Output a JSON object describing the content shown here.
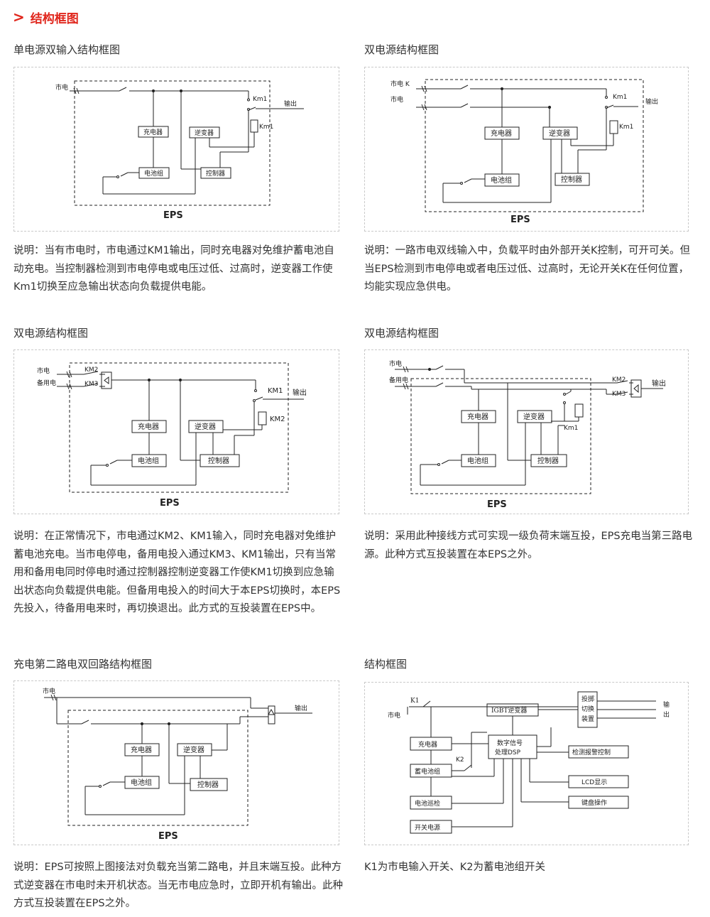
{
  "header": {
    "title": "结构框图"
  },
  "colors": {
    "accent": "#e0261c"
  },
  "sections": [
    {
      "title": "单电源双输入结构框图",
      "labels": {
        "mains": "市电",
        "km1": "Km1",
        "output": "输出",
        "charger": "充电器",
        "inverter": "逆变器",
        "battery": "电池组",
        "controller": "控制器",
        "eps": "EPS"
      },
      "description": "说明：当有市电时，市电通过KM1输出，同时充电器对免维护蓄电池自动充电。当控制器检测到市电停电或电压过低、过高时，逆变器工作使Km1切换至应急输出状态向负载提供电能。"
    },
    {
      "title": "双电源结构框图",
      "labels": {
        "mains_k": "市电 K",
        "mains": "市电",
        "km1": "Km1",
        "output": "输出",
        "charger": "充电器",
        "inverter": "逆变器",
        "battery": "电池组",
        "controller": "控制器",
        "eps": "EPS"
      },
      "description": "说明：一路市电双线输入中，负载平时由外部开关K控制，可开可关。但当EPS检测到市电停电或者电压过低、过高时，无论开关K在任何位置，均能实现应急供电。"
    },
    {
      "title": "双电源结构框图",
      "labels": {
        "mains": "市电",
        "backup": "备用电",
        "km2": "KM2",
        "km3": "KM3",
        "km1": "KM1",
        "output": "输出",
        "charger": "充电器",
        "inverter": "逆变器",
        "battery": "电池组",
        "controller": "控制器",
        "eps": "EPS"
      },
      "description": "说明：在正常情况下，市电通过KM2、KM1输入，同时充电器对免维护蓄电池充电。当市电停电，备用电投入通过KM3、KM1输出，只有当常用和备用电同时停电时通过控制器控制逆变器工作使KM1切换到应急输出状态向负载提供电能。但备用电投入的时间大于本EPS切换时，本EPS先投入，待备用电来时，再切换退出。此方式的互投装置在EPS中。"
    },
    {
      "title": "双电源结构框图",
      "labels": {
        "mains": "市电",
        "backup": "备用电",
        "km2": "KM2",
        "km3": "KM3",
        "km1": "Km1",
        "output": "输出",
        "charger": "充电器",
        "inverter": "逆变器",
        "battery": "电池组",
        "controller": "控制器",
        "eps": "EPS"
      },
      "description": "说明：采用此种接线方式可实现一级负荷末端互投，EPS充电当第三路电源。此种方式互投装置在本EPS之外。"
    },
    {
      "title": "充电第二路电双回路结构框图",
      "labels": {
        "mains": "市电",
        "output": "输出",
        "charger": "充电器",
        "inverter": "逆变器",
        "battery": "电池组",
        "controller": "控制器",
        "eps": "EPS"
      },
      "description": "说明：EPS可按照上图接法对负载充当第二路电，并且末端互投。此种方式逆变器在市电时未开机状态。当无市电应急时，立即开机有输出。此种方式互投装置在EPS之外。"
    },
    {
      "title": "结构框图",
      "labels": {
        "k1": "K1",
        "mains": "市电",
        "igbt": "IGBT逆变器",
        "dsp1": "数字信号",
        "dsp2": "处理DSP",
        "switch1": "投掷",
        "switch2": "切换",
        "switch3": "装置",
        "output1": "输",
        "output2": "出",
        "charger": "充电器",
        "k2": "K2",
        "battery": "蓄电池组",
        "alarm": "检测报警控制",
        "lcd": "LCD显示",
        "check": "电池巡检",
        "keyboard": "键盘操作",
        "psu": "开关电源"
      },
      "description": "K1为市电输入开关、K2为蓄电池组开关"
    }
  ]
}
